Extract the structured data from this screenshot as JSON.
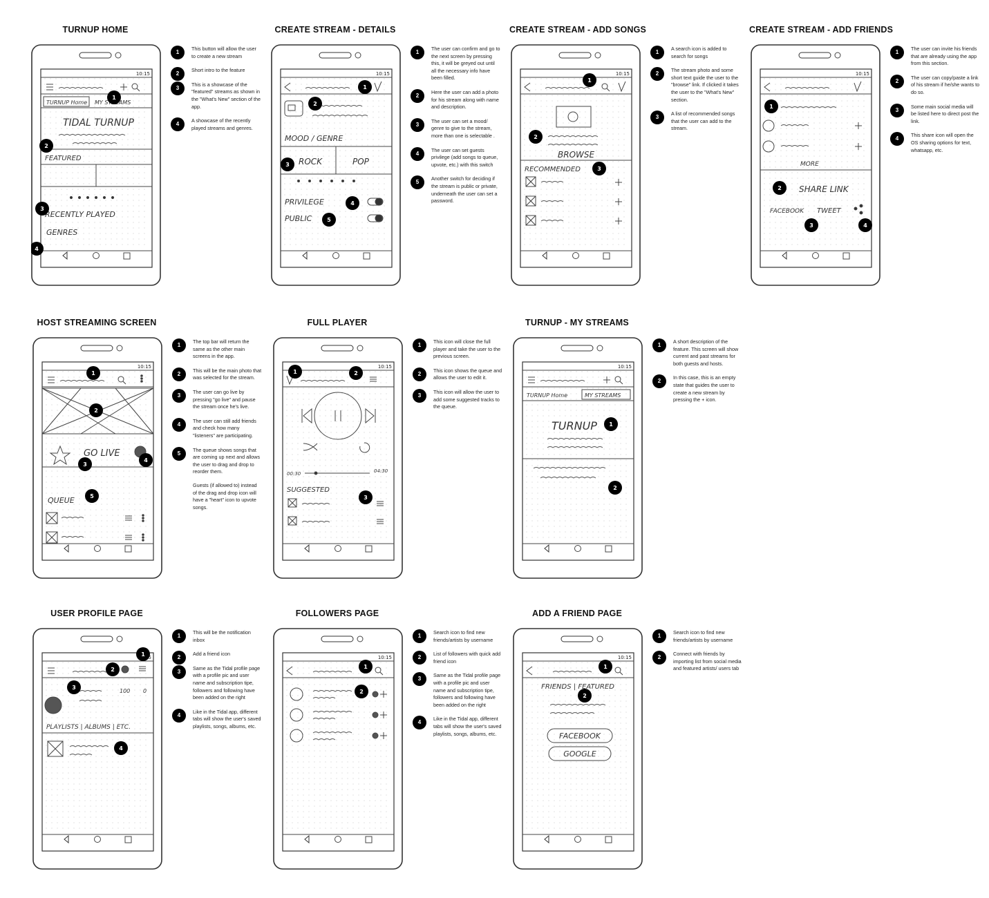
{
  "ui": {
    "status_time": "10:15"
  },
  "panels": [
    {
      "id": "turnup-home",
      "title": "TURNUP HOME",
      "sketch": {
        "tab1": "TURNUP Home",
        "tab2": "MY STREAMS",
        "l1": "TIDAL TURNUP",
        "l2": "FEATURED",
        "l3": "RECENTLY PLAYED",
        "l4": "GENRES"
      },
      "notes": [
        {
          "n": "1",
          "text": "This button will allow the user to create a new stream"
        },
        {
          "n": "2",
          "text": "Short intro to the feature"
        },
        {
          "n": "3",
          "text": "This is a showcase of the \"featured\" streams as shown in the \"What's New\" section of the app."
        },
        {
          "n": "4",
          "text": "A showcase of the recently played streams and genres."
        }
      ]
    },
    {
      "id": "create-details",
      "title": "CREATE STREAM - DETAILS",
      "sketch": {
        "l1": "MOOD / GENRE",
        "l2": "ROCK",
        "l3": "POP",
        "l4": "PRIVILEGE",
        "l5": "PUBLIC"
      },
      "notes": [
        {
          "n": "1",
          "text": "The user can confirm and go to the next screen by pressing this, it will be greyed out until all the necessary info have been filled."
        },
        {
          "n": "2",
          "text": "Here the user can add a photo for his stream along with name and description."
        },
        {
          "n": "3",
          "text": "The user can set a mood/ genre to give to the stream, more than one is selectable ."
        },
        {
          "n": "4",
          "text": "The user can set guests privilege (add songs to queue, upvote, etc.) with this switch"
        },
        {
          "n": "5",
          "text": "Another switch for deciding if the stream is public or private, underneath the user can set a password."
        }
      ]
    },
    {
      "id": "create-songs",
      "title": "CREATE STREAM - ADD SONGS",
      "sketch": {
        "l1": "BROWSE",
        "l2": "RECOMMENDED"
      },
      "notes": [
        {
          "n": "1",
          "text": "A search icon is added to search for songs"
        },
        {
          "n": "2",
          "text": "The stream photo and some short text guide the user to the \"browse\" link. If clicked it takes the user to the \"What's New\" section."
        },
        {
          "n": "3",
          "text": "A list of recommended songs that the user can add to the stream."
        }
      ]
    },
    {
      "id": "create-friends",
      "title": "CREATE STREAM - ADD FRIENDS",
      "sketch": {
        "l1": "MORE",
        "l2": "SHARE LINK",
        "l3": "FACEBOOK",
        "l4": "TWEET"
      },
      "notes": [
        {
          "n": "1",
          "text": "The user can invite his friends that are already using the app from this section."
        },
        {
          "n": "2",
          "text": "The user can copy/paste a link of his stream if he/she wants to do so."
        },
        {
          "n": "3",
          "text": "Some main social media will be listed here to direct post the link."
        },
        {
          "n": "4",
          "text": "This share icon will open the OS sharing options for text, whatsapp, etc."
        }
      ]
    },
    {
      "id": "host-streaming",
      "title": "HOST STREAMING SCREEN",
      "sketch": {
        "l1": "GO LIVE",
        "l2": "QUEUE"
      },
      "notes": [
        {
          "n": "1",
          "text": "The top bar will return the same as the other main screens in the app."
        },
        {
          "n": "2",
          "text": "This will be the main photo that was selected for the stream."
        },
        {
          "n": "3",
          "text": "The user can go live by pressing \"go live\" and pause the stream once he's live."
        },
        {
          "n": "4",
          "text": "The user can still add friends and check how many \"listeners\" are participating."
        },
        {
          "n": "5",
          "text": "The queue shows songs that are coming up next and allows the user to drag and drop to reorder them.",
          "extra": "Guests (if allowed to) instead of the drag and drop icon will have a \"heart\" icon to upvote songs."
        }
      ]
    },
    {
      "id": "full-player",
      "title": "FULL PLAYER",
      "sketch": {
        "l1": "00:30",
        "l2": "04:30",
        "l3": "SUGGESTED"
      },
      "notes": [
        {
          "n": "1",
          "text": "This icon will close the full player and take the user to the previous screen."
        },
        {
          "n": "2",
          "text": "This icon shows the queue and allows the user to edit it."
        },
        {
          "n": "3",
          "text": "This icon will allow the user to add some suggested tracks to the queue."
        }
      ]
    },
    {
      "id": "my-streams",
      "title": "TURNUP - MY STREAMS",
      "sketch": {
        "tab1": "TURNUP Home",
        "tab2": "MY STREAMS",
        "l1": "TURNUP"
      },
      "notes": [
        {
          "n": "1",
          "text": "A short description of the feature. This screen will show current and past streams for both guests and hosts."
        },
        {
          "n": "2",
          "text": "In this case, this is an empty state that guides the user to create a new stream by pressing the + icon."
        }
      ]
    },
    {
      "id": "user-profile",
      "title": "USER PROFILE PAGE",
      "sketch": {
        "l1": "100",
        "l2": "0",
        "l3": "PLAYLISTS | ALBUMS | ETC."
      },
      "notes": [
        {
          "n": "1",
          "text": "This will be the notification inbox"
        },
        {
          "n": "2",
          "text": "Add a friend icon"
        },
        {
          "n": "3",
          "text": "Same as the Tidal profile page with a profile pic and user name and subscription tipe, followers and following have been added on the right"
        },
        {
          "n": "4",
          "text": "Like in the Tidal app, different tabs will show the user's saved playlists, songs, albums, etc."
        }
      ]
    },
    {
      "id": "followers",
      "title": "FOLLOWERS PAGE",
      "sketch": {},
      "notes": [
        {
          "n": "1",
          "text": "Search icon to find new friends/artists by username"
        },
        {
          "n": "2",
          "text": "List of followers with quick add friend icon"
        },
        {
          "n": "3",
          "text": "Same as the Tidal profile page with a profile pic and user name and subscription tipe, followers and following have been added on the right"
        },
        {
          "n": "4",
          "text": "Like in the Tidal app, different tabs will show the user's saved playlists, songs, albums, etc."
        }
      ]
    },
    {
      "id": "add-friend",
      "title": "ADD A FRIEND PAGE",
      "sketch": {
        "l1": "FRIENDS | FEATURED",
        "l2": "FACEBOOK",
        "l3": "GOOGLE"
      },
      "notes": [
        {
          "n": "1",
          "text": "Search icon to find new friends/artists by username"
        },
        {
          "n": "2",
          "text": "Connect with friends by importing list from social media and featured artists/ users tab"
        }
      ]
    }
  ]
}
